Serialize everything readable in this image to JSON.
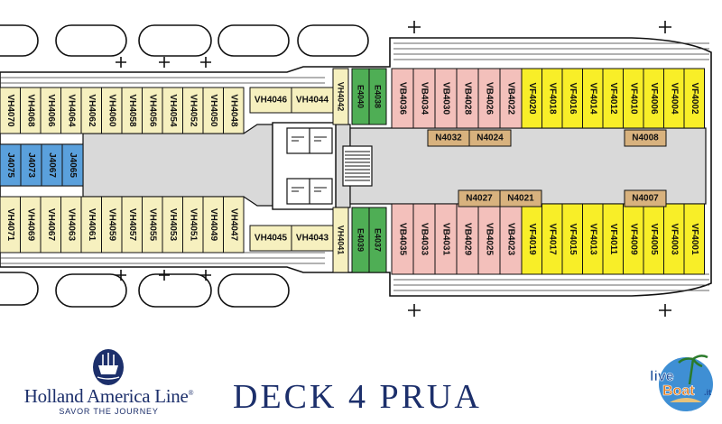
{
  "title": "DECK 4 PRUA",
  "brand": {
    "name": "Holland America Line",
    "trademark": "®",
    "tagline": "SAVOR THE JOURNEY"
  },
  "watermark": {
    "line1": "live",
    "line2": "Boat",
    "suffix": ".it"
  },
  "colors": {
    "VH": "#f6f0bf",
    "J": "#5aa0dc",
    "E": "#4fae55",
    "VB": "#f3c0bb",
    "VF": "#f8ee28",
    "N": "#d8b27e",
    "corridor": "#d9d9d9",
    "outline": "#111111",
    "brandBlue": "#1c2f6b"
  },
  "cabins": {
    "topLeft": [
      "VH4070",
      "VH4068",
      "VH4066",
      "VH4064",
      "VH4062",
      "VH4060",
      "VH4058",
      "VH4056",
      "VH4054",
      "VH4052",
      "VH4050",
      "VH4048"
    ],
    "topMid": [
      "VH4046",
      "VH4044",
      "VH4042"
    ],
    "topE": [
      "E4040",
      "E4038"
    ],
    "topVB": [
      "VB4036",
      "VB4034",
      "VB4030",
      "VB4028",
      "VB4026",
      "VB4022"
    ],
    "topVF": [
      "VF4020",
      "VF4018",
      "VF4016",
      "VF4014",
      "VF4012",
      "VF4010",
      "VF4006",
      "VF4004",
      "VF4002"
    ],
    "midJ": [
      "J4075",
      "J4073",
      "J4067",
      "J4065"
    ],
    "botLeft": [
      "VH4071",
      "VH4069",
      "VH4067",
      "VH4063",
      "VH4061",
      "VH4059",
      "VH4057",
      "VH4055",
      "VH4053",
      "VH4051",
      "VH4049",
      "VH4047"
    ],
    "botMid": [
      "VH4045",
      "VH4043",
      "VH4041"
    ],
    "botE": [
      "E4039",
      "E4037"
    ],
    "botVB": [
      "VB4035",
      "VB4033",
      "VB4031",
      "VB4029",
      "VB4025",
      "VB4023"
    ],
    "botVF": [
      "VF4019",
      "VF4017",
      "VF4015",
      "VF4013",
      "VF4011",
      "VF4009",
      "VF4005",
      "VF4003",
      "VF4001"
    ],
    "staff": [
      "N4032",
      "N4024",
      "N4008",
      "N4027",
      "N4021",
      "N4007"
    ]
  }
}
